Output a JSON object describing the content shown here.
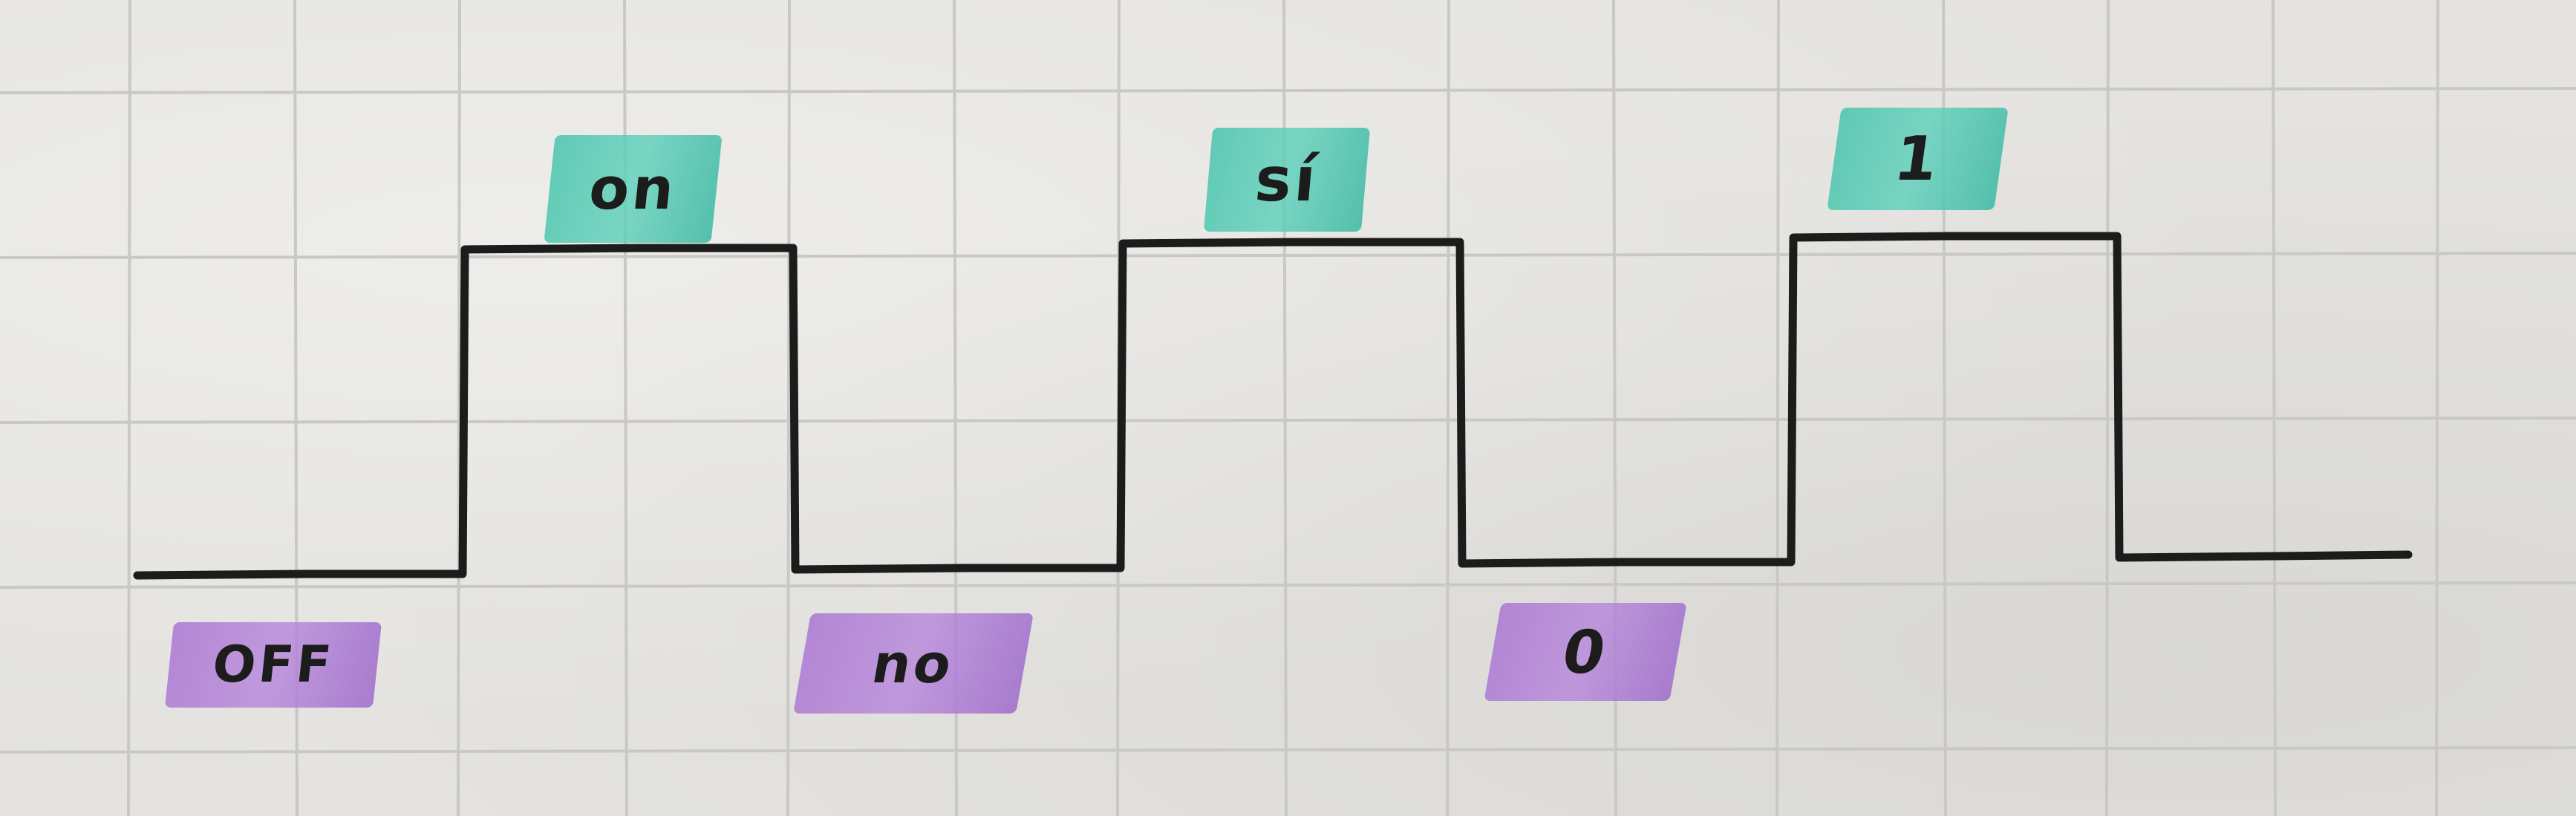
{
  "diagram": {
    "levels": [
      "low",
      "low",
      "high",
      "high",
      "low",
      "low",
      "high",
      "high",
      "low",
      "low",
      "high",
      "high",
      "low",
      "low"
    ],
    "high_labels": [
      "on",
      "sí",
      "1"
    ],
    "low_labels": [
      "OFF",
      "no",
      "0"
    ]
  },
  "colors": {
    "high_highlight": "#4cc4ae",
    "low_highlight": "#aa74d0",
    "ink": "#1c1c1c",
    "paper": "#e4e3df",
    "grid": "#c9c8c4"
  }
}
